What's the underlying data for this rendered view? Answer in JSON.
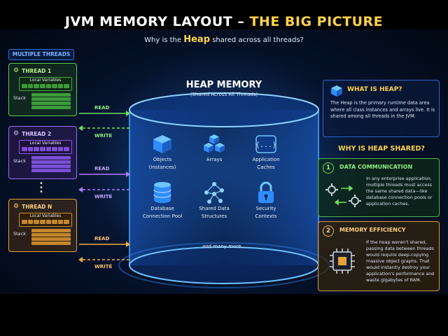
{
  "title": {
    "part1": "JVM MEMORY LAYOUT – ",
    "part2": "THE BIG PICTURE"
  },
  "subtitle": {
    "before": "Why is the ",
    "heap": "Heap",
    "after": " shared across all threads?"
  },
  "threads_label": "MULTIPLE THREADS",
  "threads": [
    {
      "name": "THREAD 1",
      "local_vars": "Local Variables",
      "stack": "Stack",
      "color": "#59c94f"
    },
    {
      "name": "THREAD 2",
      "local_vars": "Local Variables",
      "stack": "Stack",
      "color": "#9b6cf2"
    },
    {
      "name": "THREAD N",
      "local_vars": "Local Variables",
      "stack": "Stack",
      "color": "#e5a13d"
    }
  ],
  "arrows": {
    "read": "READ",
    "write": "WRITE"
  },
  "heap": {
    "title": "HEAP MEMORY",
    "subtitle": "(Shared Across All Threads)",
    "items": [
      {
        "label_1": "Objects",
        "label_2": "(Instances)",
        "icon": "cube-icon"
      },
      {
        "label_1": "Arrays",
        "label_2": "",
        "icon": "cubes-stack-icon"
      },
      {
        "label_1": "Application",
        "label_2": "Caches",
        "icon": "braces-icon"
      },
      {
        "label_1": "Database",
        "label_2": "Connection Pool",
        "icon": "database-icon"
      },
      {
        "label_1": "Shared Data",
        "label_2": "Structures",
        "icon": "graph-icon"
      },
      {
        "label_1": "Security",
        "label_2": "Contexts",
        "icon": "lock-icon"
      }
    ],
    "more": "and many more..."
  },
  "what_is_heap": {
    "title": "WHAT IS HEAP?",
    "text": "The Heap is the primary runtime data area where all class instances and arrays live. It is shared among all threads in the JVM."
  },
  "why_title": "WHY IS HEAP SHARED?",
  "reasons": [
    {
      "num": "1",
      "title": "DATA COMMUNICATION",
      "text": "In any enterprise application, multiple threads must access the same shared data—like database connection pools or application caches."
    },
    {
      "num": "2",
      "title": "MEMORY EFFICIENCY",
      "text": "If the heap weren't shared, passing data between threads would require deep-copying massive object graphs. That would instantly destroy your application's performance and waste gigabytes of RAM."
    }
  ],
  "colors": {
    "accent": "#ffd24a",
    "blue": "#2f8cff",
    "green": "#59c94f",
    "purple": "#9b6cf2",
    "orange": "#e5a13d"
  }
}
